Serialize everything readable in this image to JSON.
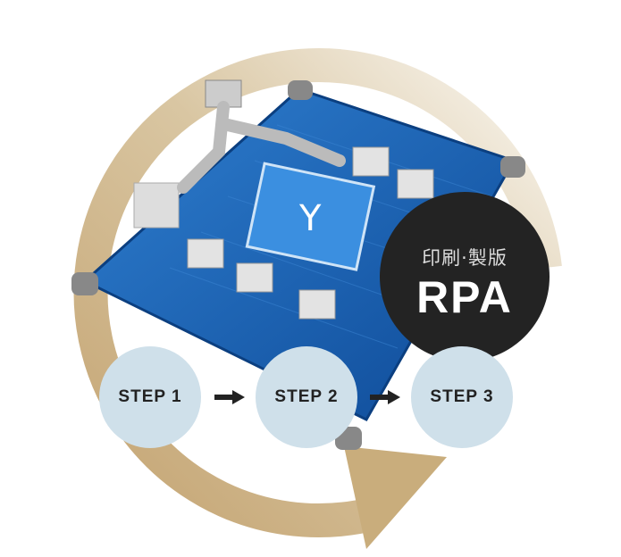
{
  "badge": {
    "subtitle": "印刷·製版",
    "title": "RPA"
  },
  "steps": [
    {
      "label": "STEP 1"
    },
    {
      "label": "STEP 2"
    },
    {
      "label": "STEP 3"
    }
  ],
  "colors": {
    "ring": "#c9ad7c",
    "belt": "#1a5fb0",
    "badge": "#232323",
    "step": "#cfe0ea"
  }
}
